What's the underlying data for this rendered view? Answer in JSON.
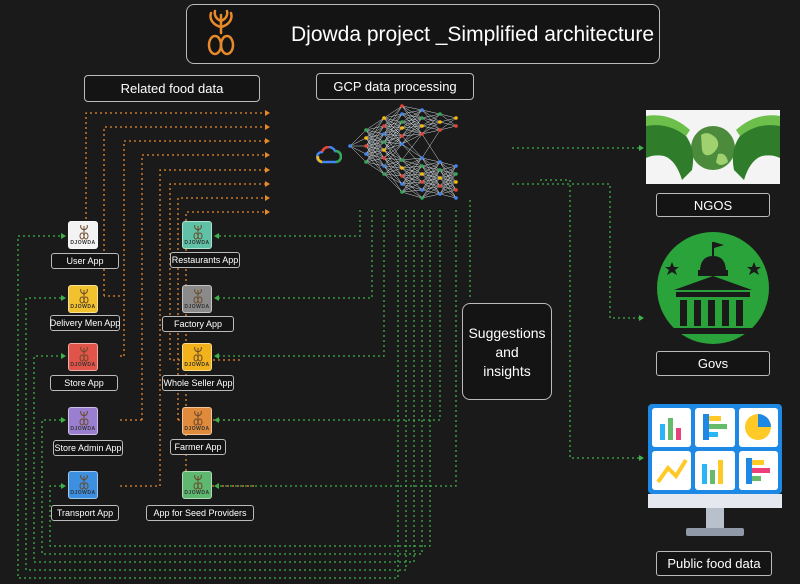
{
  "title": "Djowda project _Simplified architecture",
  "headers": {
    "related": "Related food data",
    "gcp": "GCP data processing"
  },
  "left_apps": [
    {
      "label": "User App",
      "color": "#f3f3f3"
    },
    {
      "label": "Delivery Men App",
      "color": "#f2c12e"
    },
    {
      "label": "Store App",
      "color": "#e0544a"
    },
    {
      "label": "Store Admin App",
      "color": "#9a7fd1"
    },
    {
      "label": "Transport App",
      "color": "#3d8fe0"
    }
  ],
  "right_apps": [
    {
      "label": "Restaurants App",
      "color": "#5fc2a6"
    },
    {
      "label": "Factory App",
      "color": "#8a8a8a"
    },
    {
      "label": "Whole Seller App",
      "color": "#f2b21b"
    },
    {
      "label": "Farmer App",
      "color": "#e08a3c"
    },
    {
      "label": "App for Seed Providers",
      "color": "#5fb870"
    }
  ],
  "app_brand": "DJOWDA",
  "suggestions": {
    "line1": "Suggestions",
    "line2": "and",
    "line3": "insights"
  },
  "outputs": {
    "ngos": "NGOS",
    "govs": "Govs",
    "public": "Public food data"
  },
  "colors": {
    "orange": "#e8892a",
    "green": "#3fb14b",
    "bg": "#1a1a1a",
    "box_border": "#bbbbbb"
  },
  "icons": [
    "djowda-logo-icon",
    "gcp-cloud-icon",
    "neural-network-icon",
    "ngos-hands-globe-icon",
    "government-building-icon",
    "dashboard-monitor-icon"
  ]
}
